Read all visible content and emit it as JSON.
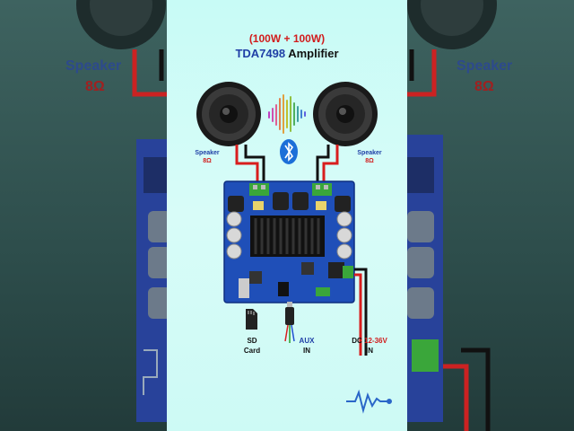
{
  "title_power": "(100W + 100W)",
  "title_chip": "TDA7498",
  "title_amp": "Amplifier",
  "left_speaker": {
    "label": "Speaker",
    "ohm": "8Ω"
  },
  "right_speaker": {
    "label": "Speaker",
    "ohm": "8Ω"
  },
  "sd_card": {
    "line1": "SD",
    "line2": "Card"
  },
  "aux_in": {
    "line1": "AUX",
    "line2": "IN"
  },
  "dc_in": {
    "prefix": "DC",
    "range": "12-36V",
    "line2": "IN"
  },
  "bg_left": {
    "label": "Speaker",
    "ohm": "8Ω"
  },
  "bg_right": {
    "label": "Speaker",
    "ohm": "8Ω"
  },
  "colors": {
    "board": "#1f4fb8",
    "wire_red": "#d81e1e",
    "wire_black": "#111111",
    "terminal": "#3aa63a"
  }
}
